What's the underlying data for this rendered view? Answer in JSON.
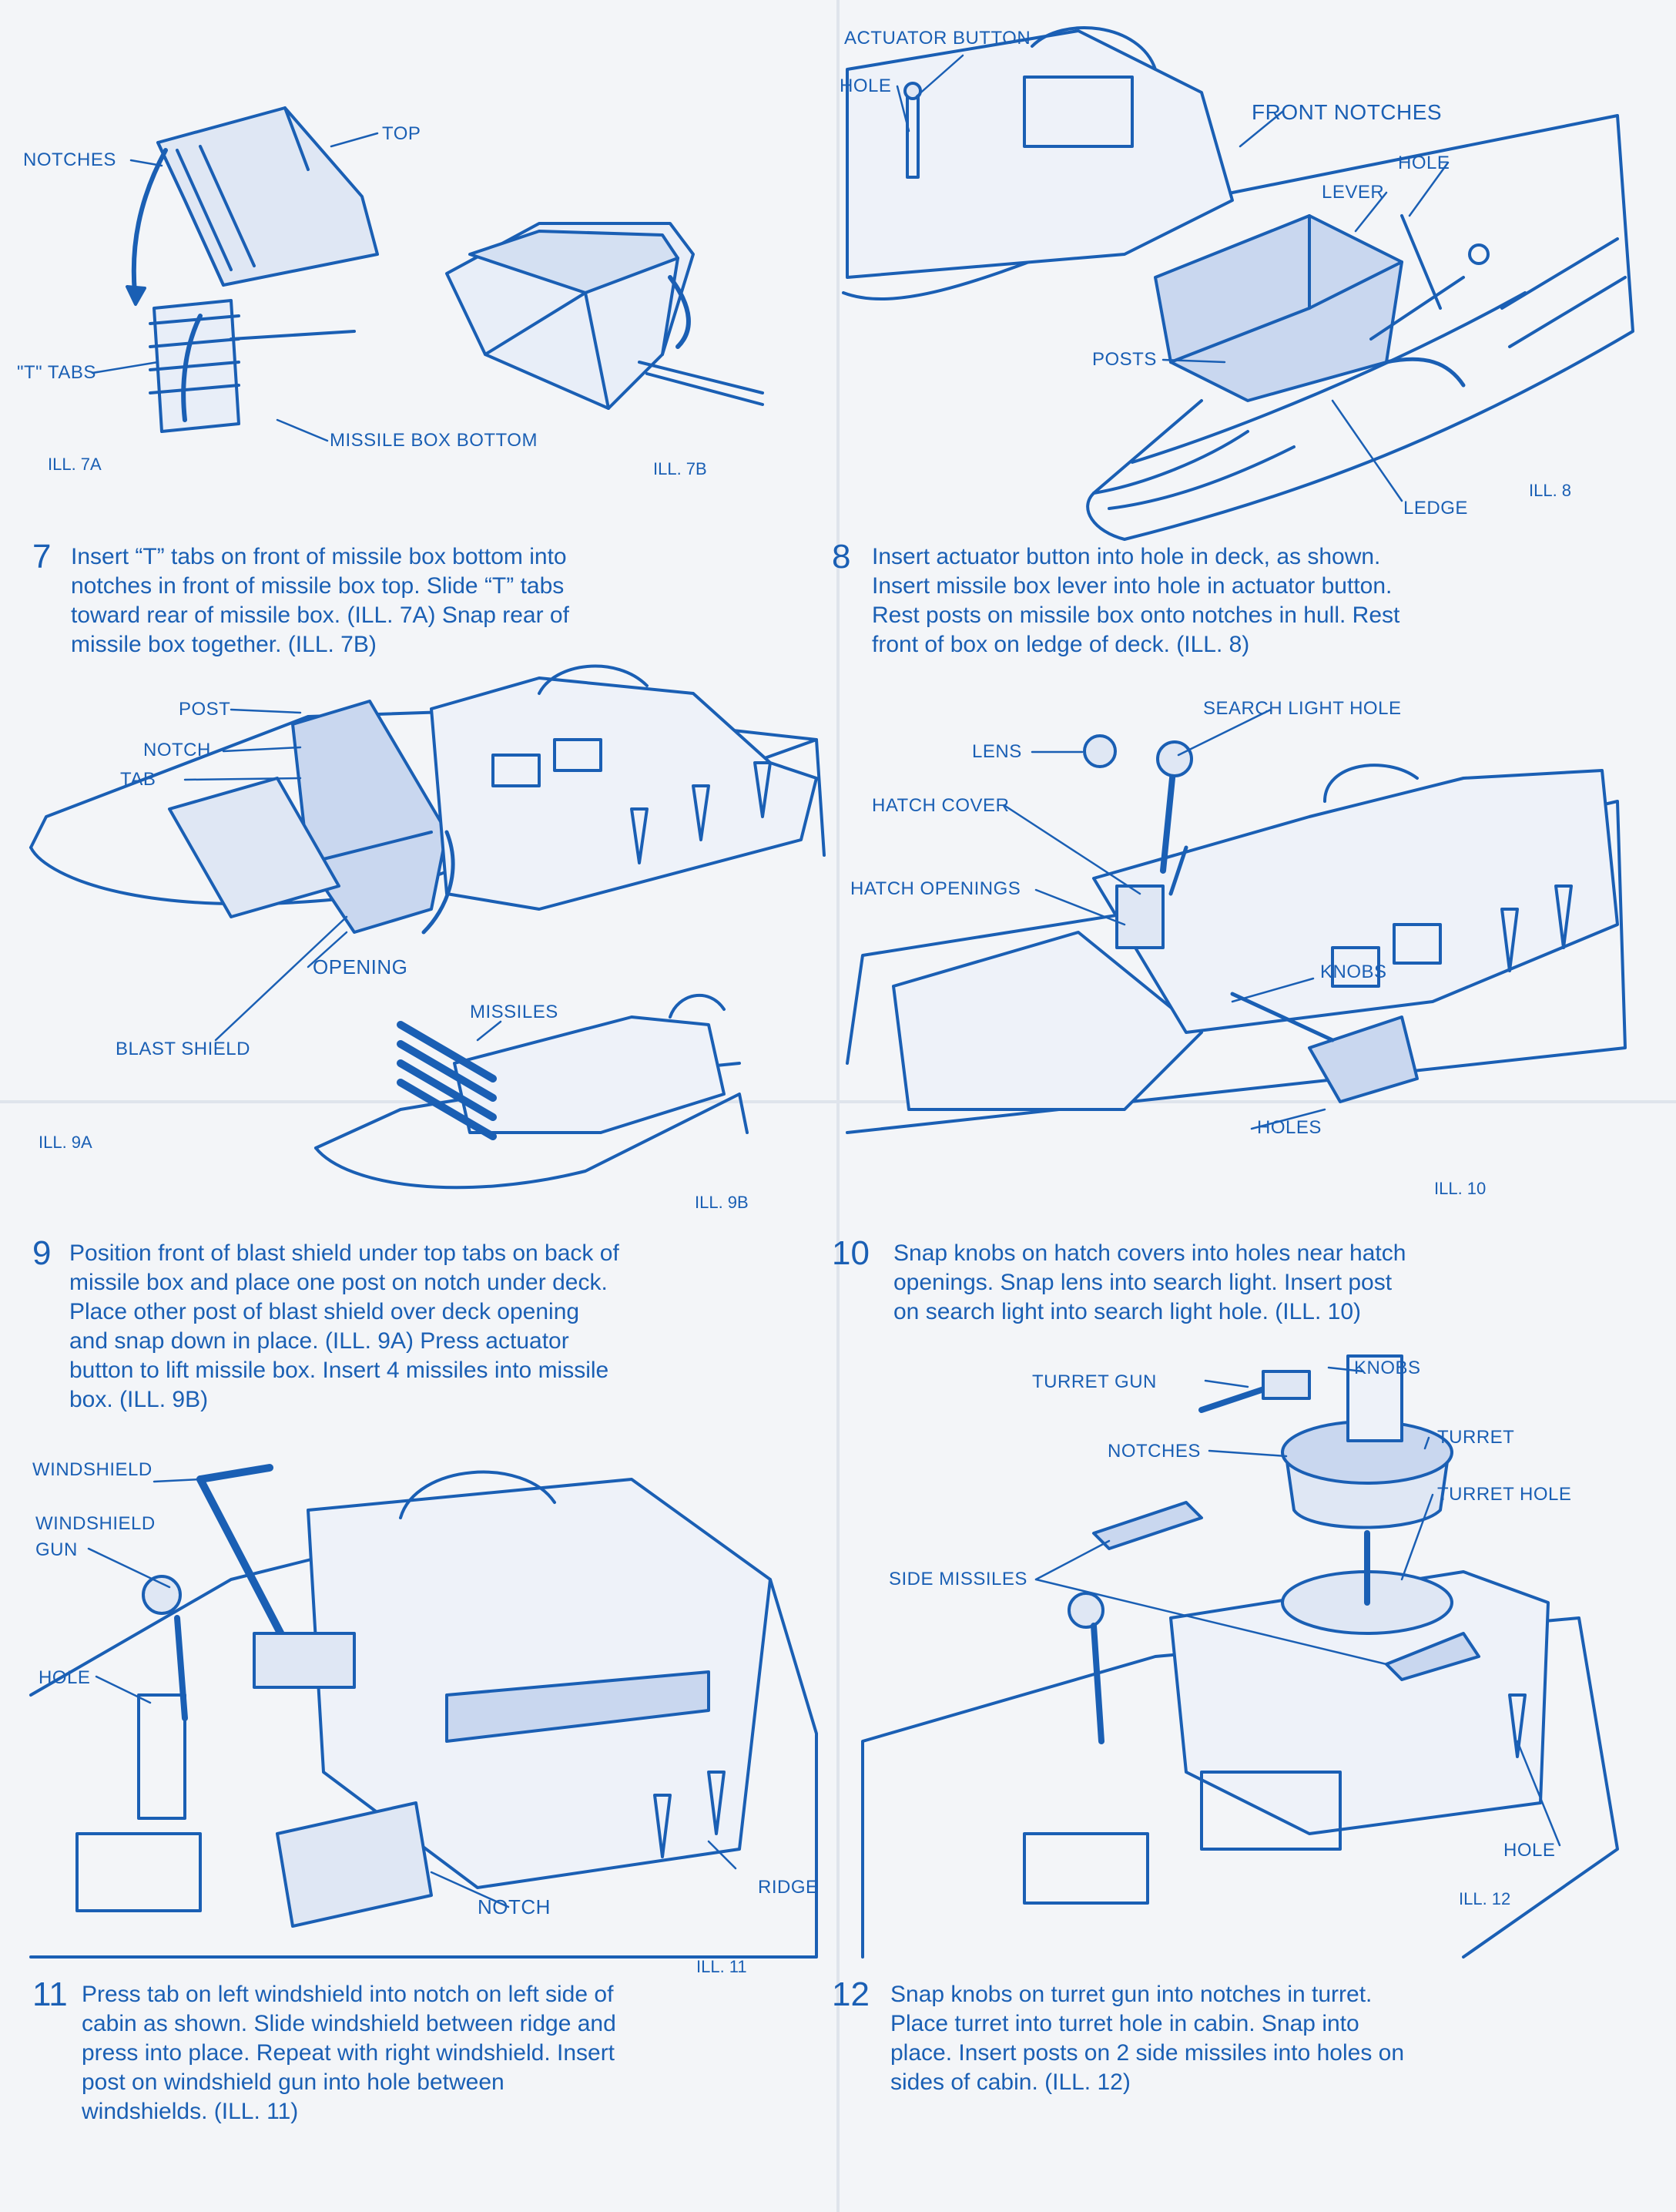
{
  "illustrations": {
    "ill7a": {
      "id": "ILL. 7A",
      "labels": {
        "notches": "NOTCHES",
        "top": "TOP",
        "t_tabs": "\"T\" TABS",
        "missile_box_bottom": "MISSILE BOX BOTTOM"
      }
    },
    "ill7b": {
      "id": "ILL. 7B"
    },
    "ill8": {
      "id": "ILL. 8",
      "labels": {
        "actuator_button": "ACTUATOR BUTTON",
        "hole_left": "HOLE",
        "front_notches": "FRONT NOTCHES",
        "hole_right": "HOLE",
        "lever": "LEVER",
        "posts": "POSTS",
        "ledge": "LEDGE"
      }
    },
    "ill9a": {
      "id": "ILL. 9A",
      "labels": {
        "post": "POST",
        "notch": "NOTCH",
        "tab": "TAB",
        "opening": "OPENING",
        "blast_shield": "BLAST SHIELD"
      }
    },
    "ill9b": {
      "id": "ILL. 9B",
      "labels": {
        "missiles": "MISSILES"
      }
    },
    "ill10": {
      "id": "ILL. 10",
      "labels": {
        "search_light_hole": "SEARCH LIGHT HOLE",
        "lens": "LENS",
        "hatch_cover": "HATCH COVER",
        "hatch_openings": "HATCH OPENINGS",
        "knobs": "KNOBS",
        "holes": "HOLES"
      }
    },
    "ill11": {
      "id": "ILL. 11",
      "labels": {
        "windshield": "WINDSHIELD",
        "windshield_gun_1": "WINDSHIELD",
        "windshield_gun_2": "GUN",
        "hole": "HOLE",
        "notch": "NOTCH",
        "ridge": "RIDGE"
      }
    },
    "ill12": {
      "id": "ILL. 12",
      "labels": {
        "turret_gun": "TURRET GUN",
        "knobs": "KNOBS",
        "turret": "TURRET",
        "notches": "NOTCHES",
        "turret_hole": "TURRET HOLE",
        "side_missiles": "SIDE MISSILES",
        "hole": "HOLE"
      }
    }
  },
  "steps": [
    {
      "number": "7",
      "text": "Insert “T” tabs on front of missile box bottom into\nnotches in front of missile box top. Slide “T” tabs\ntoward rear of missile box. (ILL. 7A) Snap rear of\nmissile box together. (ILL. 7B)"
    },
    {
      "number": "8",
      "text": "Insert actuator button into hole in deck, as shown.\nInsert missile box lever into hole in actuator button.\nRest posts on missile box onto notches in hull. Rest\nfront of box on ledge of deck. (ILL. 8)"
    },
    {
      "number": "9",
      "text": "Position front of blast shield under top tabs on back of\nmissile box and place one post on notch under deck.\nPlace other post of blast shield over deck opening\nand snap down in place. (ILL. 9A) Press actuator\nbutton to lift missile box. Insert 4 missiles into missile\nbox. (ILL. 9B)"
    },
    {
      "number": "10",
      "text": "Snap knobs on hatch covers into holes near hatch\nopenings. Snap lens into search light. Insert post\non search light into search light hole. (ILL. 10)"
    },
    {
      "number": "11",
      "text": "Press tab on left windshield into notch on left side of\ncabin as shown. Slide windshield between ridge and\npress into place. Repeat with right windshield. Insert\npost on windshield gun into hole between\nwindshields. (ILL. 11)"
    },
    {
      "number": "12",
      "text": "Snap knobs on turret gun into notches in turret.\nPlace turret into turret hole in cabin. Snap into\nplace. Insert posts on 2 side missiles into holes on\nsides of cabin. (ILL. 12)"
    }
  ],
  "colors": {
    "ink": "#1a5fb4",
    "paper": "#f3f5f8",
    "shade": "#9fb6de"
  }
}
